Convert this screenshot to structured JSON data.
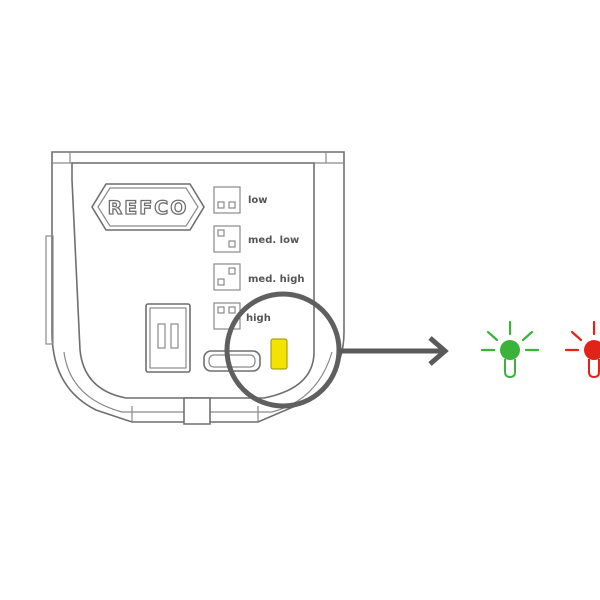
{
  "device": {
    "brand_logo": "REFCO",
    "speed_settings": [
      {
        "label": "low"
      },
      {
        "label": "med. low"
      },
      {
        "label": "med. high"
      },
      {
        "label": "high"
      }
    ],
    "status_led_color": "#f4e200"
  },
  "indicators": {
    "ok_lamp_color": "#3bb33b",
    "fault_lamp_color": "#e2231a",
    "arrow_color": "#5a5a5a",
    "magnifier_color": "#5f5f5f"
  }
}
